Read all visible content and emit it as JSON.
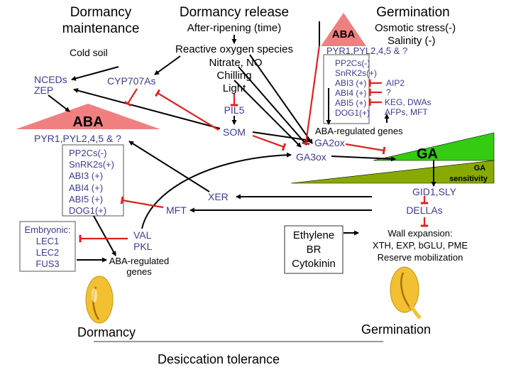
{
  "headings": {
    "maintenance_1": "Dormancy",
    "maintenance_2": "maintenance",
    "release": "Dormancy release",
    "germination": "Germination"
  },
  "release_factors": {
    "after_ripening": "After-ripening (time)",
    "ros": "Reactive oxygen species",
    "nitrate": "Nitrate, NO",
    "chilling": "Chilling",
    "light": "Light"
  },
  "left": {
    "cold_soil": "Cold soil",
    "nceds": "NCEDs",
    "zep": "ZEP",
    "cyp707as": "CYP707As",
    "pil5": "PIL5",
    "som": "SOM",
    "aba": "ABA",
    "receptors": "PYR1,PYL2,4,5  & ?",
    "box_items": [
      "PP2Cs(-)",
      "SnRK2s(+)",
      "ABI3 (+)",
      "ABI4 (+)",
      "ABI5 (+)",
      "DOG1(+)"
    ],
    "xer": "XER",
    "mft": "MFT",
    "val": "VAL",
    "pkl": "PKL",
    "embryonic_title": "Embryonic:",
    "embryonic_items": [
      "LEC1",
      "LEC2",
      "FUS3"
    ],
    "aba_genes_1": "ABA-regulated",
    "aba_genes_2": "genes"
  },
  "center": {
    "ga3ox": "GA3ox",
    "ga2ox": "GA2ox"
  },
  "right": {
    "aba": "ABA",
    "osmotic": "Osmotic stress(-)",
    "salinity": "Salinity (-)",
    "receptors": "PYR1,PYL2,4,5  & ?",
    "box_items": [
      "PP2Cs(-)",
      "SnRK2s(+)",
      "ABI3 (+)",
      "ABI4 (+)",
      "ABI5 (+)",
      "DOG1(+)"
    ],
    "side_labels": [
      "AIP2",
      "?",
      "KEG, DWAs",
      "AFPs, MFT"
    ],
    "aba_genes": "ABA-regulated genes",
    "ga": "GA",
    "ga_sens_1": "GA",
    "ga_sens_2": "sensitivity",
    "gid1": "GID1,SLY",
    "dellas": "DELLAs",
    "hormones": [
      "Ethylene",
      "BR",
      "Cytokinin"
    ],
    "wall_title": "Wall expansion:",
    "wall_genes": "XTH, EXP, bGLU, PME",
    "reserve": "Reserve mobilization"
  },
  "bottom": {
    "dormancy": "Dormancy",
    "germination": "Germination",
    "desiccation": "Desiccation tolerance"
  },
  "colors": {
    "aba_triangle": "#f08080",
    "ga_triangle": "#33cc11",
    "ga_sensitivity": "#88aa00",
    "inhibition": "#e02020",
    "gene_text": "#3b3b96",
    "seed": "#f2c030"
  }
}
